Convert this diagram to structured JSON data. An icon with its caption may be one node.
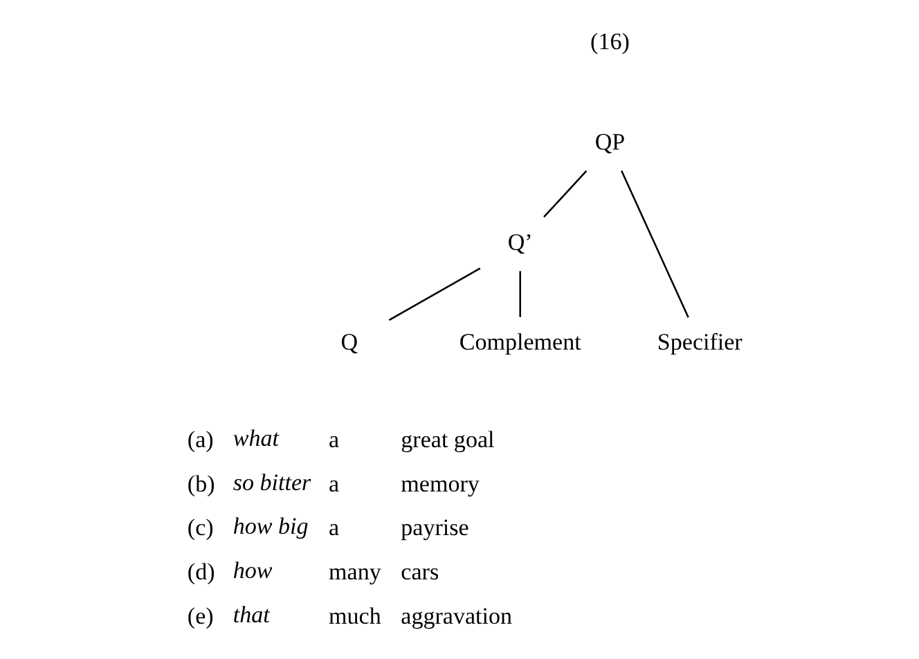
{
  "diagram": {
    "nodes": [
      {
        "text": [
          "QP"
        ]
      },
      {
        "text": [
          "Q’"
        ]
      },
      {
        "text": [
          "Specifier"
        ]
      },
      {
        "text": [
          "Q"
        ]
      },
      {
        "text": [
          "Complement"
        ]
      }
    ],
    "edges": [
      {
        "from": 0,
        "to": 2,
        "arrow": "none"
      },
      {
        "from": 0,
        "to": 1,
        "arrow": "none"
      },
      {
        "from": 1,
        "to": 3,
        "arrow": "none"
      },
      {
        "from": 1,
        "to": 4,
        "arrow": "none"
      }
    ],
    "labels": [
      "(16)",
      "(a)",
      "what",
      "a",
      "great goal",
      "(b)",
      "so bitter",
      "a",
      "memory",
      "(c)",
      "how big",
      "a",
      "payrise",
      "(d)",
      "how",
      "many",
      "cars",
      "(e)",
      "that",
      "much",
      "aggravation"
    ]
  }
}
